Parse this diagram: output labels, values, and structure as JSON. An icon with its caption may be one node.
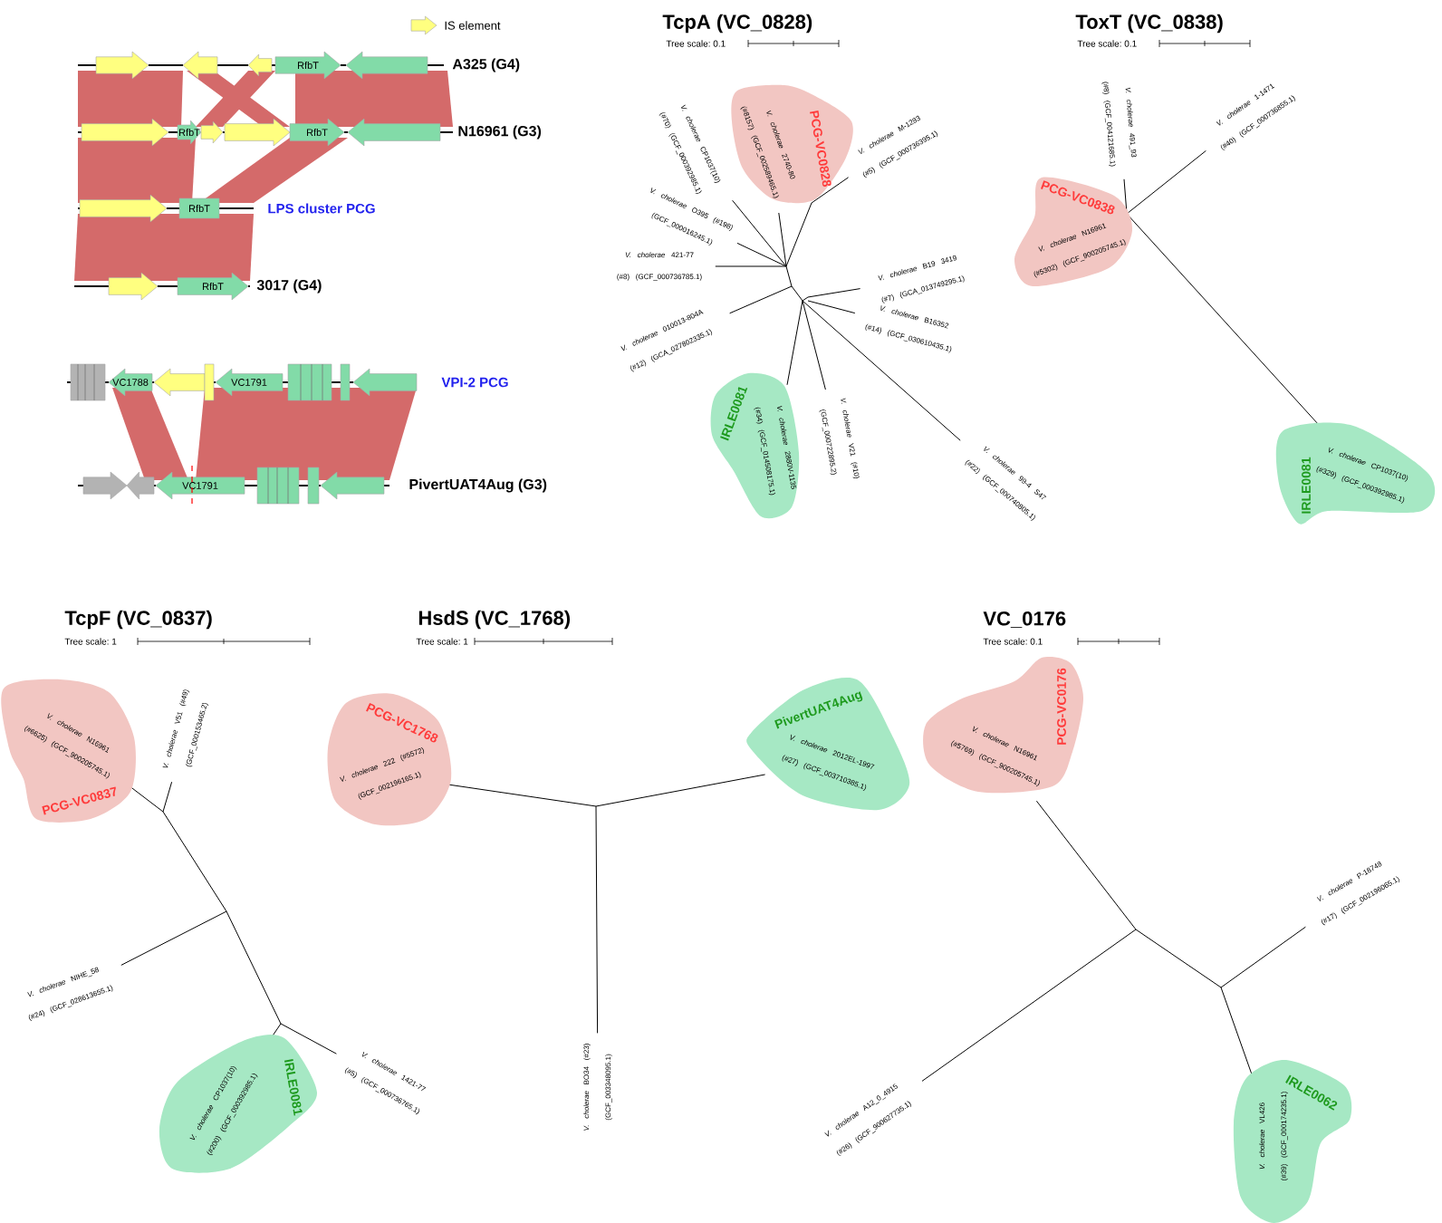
{
  "diagram": {
    "nodes": [
      {
        "text": [],
        "shape": "arrow"
      },
      {
        "text": [],
        "shape": "arrow"
      },
      {
        "text": [],
        "shape": "arrow"
      },
      {
        "text": [
          "RfbT"
        ]
      },
      {
        "text": [],
        "shape": "arrow"
      },
      {
        "text": [],
        "shape": "arrow"
      },
      {
        "text": [
          "RfbT"
        ]
      },
      {
        "text": [],
        "shape": "arrow"
      },
      {
        "text": [],
        "shape": "arrow"
      },
      {
        "text": [
          "RfbT"
        ]
      },
      {
        "text": [],
        "shape": "arrow"
      },
      {
        "text": [],
        "shape": "arrow"
      },
      {
        "text": [
          "RfbT"
        ]
      },
      {
        "text": [],
        "shape": "arrow"
      },
      {
        "text": [
          "RfbT"
        ]
      },
      {
        "text": [],
        "shape": "box"
      },
      {
        "text": [
          "VC1788"
        ]
      },
      {
        "text": [],
        "shape": "arrow"
      },
      {
        "text": [],
        "shape": "box"
      },
      {
        "text": [
          "VC1791"
        ]
      },
      {
        "text": [],
        "shape": "box"
      },
      {
        "text": [],
        "shape": "box"
      },
      {
        "text": [],
        "shape": "arrow"
      },
      {
        "text": [],
        "shape": "arrow"
      },
      {
        "text": [],
        "shape": "arrow"
      },
      {
        "text": [
          "VC1791"
        ]
      },
      {
        "text": [],
        "shape": "box"
      },
      {
        "text": [],
        "shape": "box"
      },
      {
        "text": [],
        "shape": "arrow"
      },
      {
        "text": [
          "PCG-VC0828",
          "*V. cholerae* 2740-80 (#8157) (GCF_002589465.1)"
        ]
      },
      {
        "text": [
          "IRLE0081",
          "*V. cholerae* 2880V-1135 (#34) (GCF_014508175.1)"
        ]
      },
      {
        "text": [
          "PCG-VC0838",
          "*V. cholerae* N16961 (#5302) (GCF_900205745.1)"
        ]
      },
      {
        "text": [
          "IRLE0081",
          "*V. cholerae* CP1037(10) (#329) (GCF_000392985.1)"
        ]
      },
      {
        "text": [
          "PCG-VC0837",
          "*V. cholerae* N16961 (#6625) (GCF_900205745.1)"
        ]
      },
      {
        "text": [
          "IRLE0081",
          "*V. cholerae* CP1037(10) (#200) (GCF_000392985.1)"
        ]
      },
      {
        "text": [
          "PCG-VC1768",
          "*V. cholerae* 222 (#5572) (GCF_002196165.1)"
        ]
      },
      {
        "text": [
          "PivertUAT4Aug",
          "*V. cholerae* 2012EL-1997 (#27) (GCF_003710385.1)"
        ]
      },
      {
        "text": [
          "PCG-VC0176",
          "*V. cholerae* N16961 (#5769) (GCF_900205745.1)"
        ]
      },
      {
        "text": [
          "IRLE0062",
          "*V. cholerae* VL426 (#39) (GCF_000174235.1)"
        ]
      },
      {
        "text": [],
        "shape": "band"
      },
      {
        "text": [],
        "shape": "band"
      },
      {
        "text": [],
        "shape": "band"
      },
      {
        "text": [],
        "shape": "band"
      },
      {
        "text": [],
        "shape": "band"
      },
      {
        "text": [],
        "shape": "band"
      },
      {
        "text": [],
        "shape": "band"
      },
      {
        "text": [],
        "shape": "band"
      }
    ],
    "labels": [
      "A325 (G4)",
      "N16961 (G3)",
      "LPS cluster PCG",
      "3017 (G4)",
      "VPI-2 PCG",
      "PivertUAT4Aug (G3)",
      "TcpA (VC_0828)",
      "Tree scale: 0.1",
      "*V. cholerae* CP1037(10) (#70) (GCF_000392985.1)",
      "*V. cholerae* M-1283 (#5) (GCF_000736395.1)",
      "*V. cholerae* O395 (#198) (GCF_000016245.1)",
      "*V. cholerae* 421-77 (#8) (GCF_000736785.1)",
      "*V. cholerae* B19 3419 (#7) (GCA_013749295.1)",
      "*V. cholerae* B16352 (#14) (GCF_030610435.1)",
      "*V. cholerae* 010013-804A (#12) (GCA_027802335.1)",
      "*V. cholerae* V21 (#10) (GCF_000722895.2)",
      "*V. cholerae* 99-4 S47 (#22) (GCF_000740805.1)",
      "ToxT (VC_0838)",
      "Tree scale: 0.1",
      "*V. cholerae* 491_93 (#8) (GCF_004121685.1)",
      "*V. cholerae* 1-1471 (#40) (GCF_000736855.1)",
      "TcpF (VC_0837)",
      "Tree scale: 1",
      "*V. cholerae* V51 (#49) (GCF_000153465.2)",
      "*V. cholerae* NIHE_58 (#24) (GCF_028613655.1)",
      "*V. cholerae* 1421-77 (#5) (GCF_000736765.1)",
      "HsdS (VC_1768)",
      "Tree scale: 1",
      "*V. cholerae* BO34 (#23) (GCF_003348095.1)",
      "VC_0176",
      "Tree scale: 0.1",
      "*V. cholerae* P-18748 (#17) (GCF_002196065.1)",
      "*V. cholerae* A12_0_4915 (#26) (GCF_900627735.1)"
    ],
    "legend": [
      {
        "text": "IS element"
      }
    ]
  }
}
